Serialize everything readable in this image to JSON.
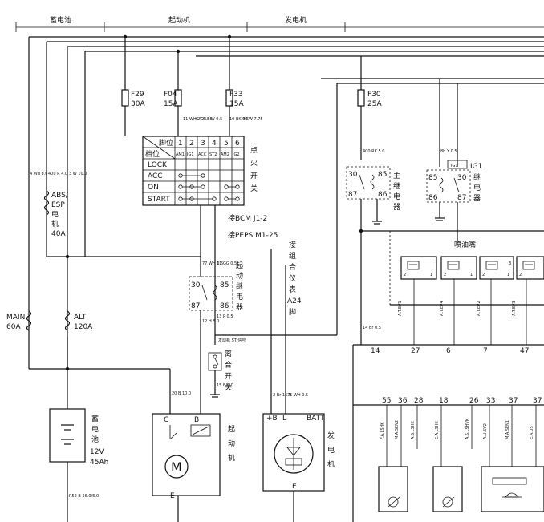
{
  "header": {
    "battery_section": "蓄电池",
    "starter_section": "起动机",
    "alternator_section": "发电机"
  },
  "fuses": [
    {
      "name": "F29",
      "rating": "30A"
    },
    {
      "name": "F04",
      "rating": "15A"
    },
    {
      "name": "F33",
      "rating": "15A"
    },
    {
      "name": "F30",
      "rating": "25A"
    }
  ],
  "ignition_switch": {
    "title": "点火开关",
    "col_header": "脚位",
    "row_header": "档位",
    "pin_numbers": [
      "1",
      "2",
      "3",
      "4",
      "5",
      "6"
    ],
    "pin_names": [
      "AM1",
      "IG1",
      "ACC",
      "ST2",
      "AM2",
      "IG2"
    ],
    "positions": [
      "LOCK",
      "ACC",
      "ON",
      "START"
    ]
  },
  "relays": {
    "main_relay": "主继电器",
    "ig1_relay": "IG1继电器",
    "ig1_label": "IG1",
    "start_relay": "起动继电器",
    "pins": [
      "30",
      "85",
      "87",
      "86"
    ]
  },
  "labels": {
    "bcm": "接BCM J1-2",
    "peps": "接PEPS M1-25",
    "cluster": "接组合仪表A24脚",
    "injector": "喷油嘴",
    "clutch_switch": "离合开关",
    "start_enable": "发动机 ST 信号",
    "abs_esp": "ABS/ESP电机",
    "abs_rating": "40A",
    "main_fuse": "MAIN",
    "main_rating": "60A",
    "alt_fuse": "ALT",
    "alt_rating": "120A",
    "battery": "蓄电池",
    "battery_spec1": "12V",
    "battery_spec2": "45Ah",
    "starter": "起动机",
    "starter_motor": "M",
    "alternator": "发电机",
    "alt_batt": "BATT",
    "alt_b_plus": "+B",
    "alt_l": "L",
    "term_c": "C",
    "term_b": "B",
    "term_e": "E"
  },
  "ecu_signals": [
    "A.T.EV1",
    "A.T.EV4",
    "A.T.EV2",
    "A.T.EV3"
  ],
  "ecu_pins_top": [
    "14",
    "27",
    "6",
    "7",
    "47"
  ],
  "ecu_pins_bottom": [
    "55",
    "36",
    "28",
    "18",
    "26",
    "33",
    "37",
    "37"
  ],
  "ecu_bottom_signals": [
    "F.A.LSHK",
    "M.A.SEN2",
    "A.S.LSHK",
    "E.A.LSHK",
    "A.S.LSHVK",
    "A.U.SV2",
    "M.A.SEN1",
    "E.A.DS"
  ],
  "injector_pins": [
    "2",
    "1",
    "2",
    "1",
    "2",
    "1",
    "2",
    "3"
  ],
  "wire_codes": {
    "f29_wire": "4 Wd 8.0",
    "abs_wire": "400 R 4.0",
    "f04_wire": "3 W 10.0",
    "pin1_wire": "11 WH 2.25",
    "pin2_wire": "6 Y 0.85",
    "pin3_wire": "8 W 0.5",
    "pin5_wire": "10 BK 0.5",
    "pin6_wire": "40 W 7.75",
    "start_relay_in": "77 WH 0.5",
    "start_relay_coil": "11 GG 0.5",
    "start_out": "12 H 8.0",
    "start_coil_out": "13 P 0.5",
    "clutch_out": "15 B 5.0",
    "main_relay_out": "400 RK 5.0",
    "ig1_relay_out": "8b Y 0.5",
    "ecu_feed": "14 Br 0.5",
    "alt_wire": "2 Br 16.0",
    "alt_l_wire": "75 WH 0.5",
    "battery_gnd": "R52 B 56.0/6.0",
    "starter_b_wire": "20 B 10.0"
  }
}
